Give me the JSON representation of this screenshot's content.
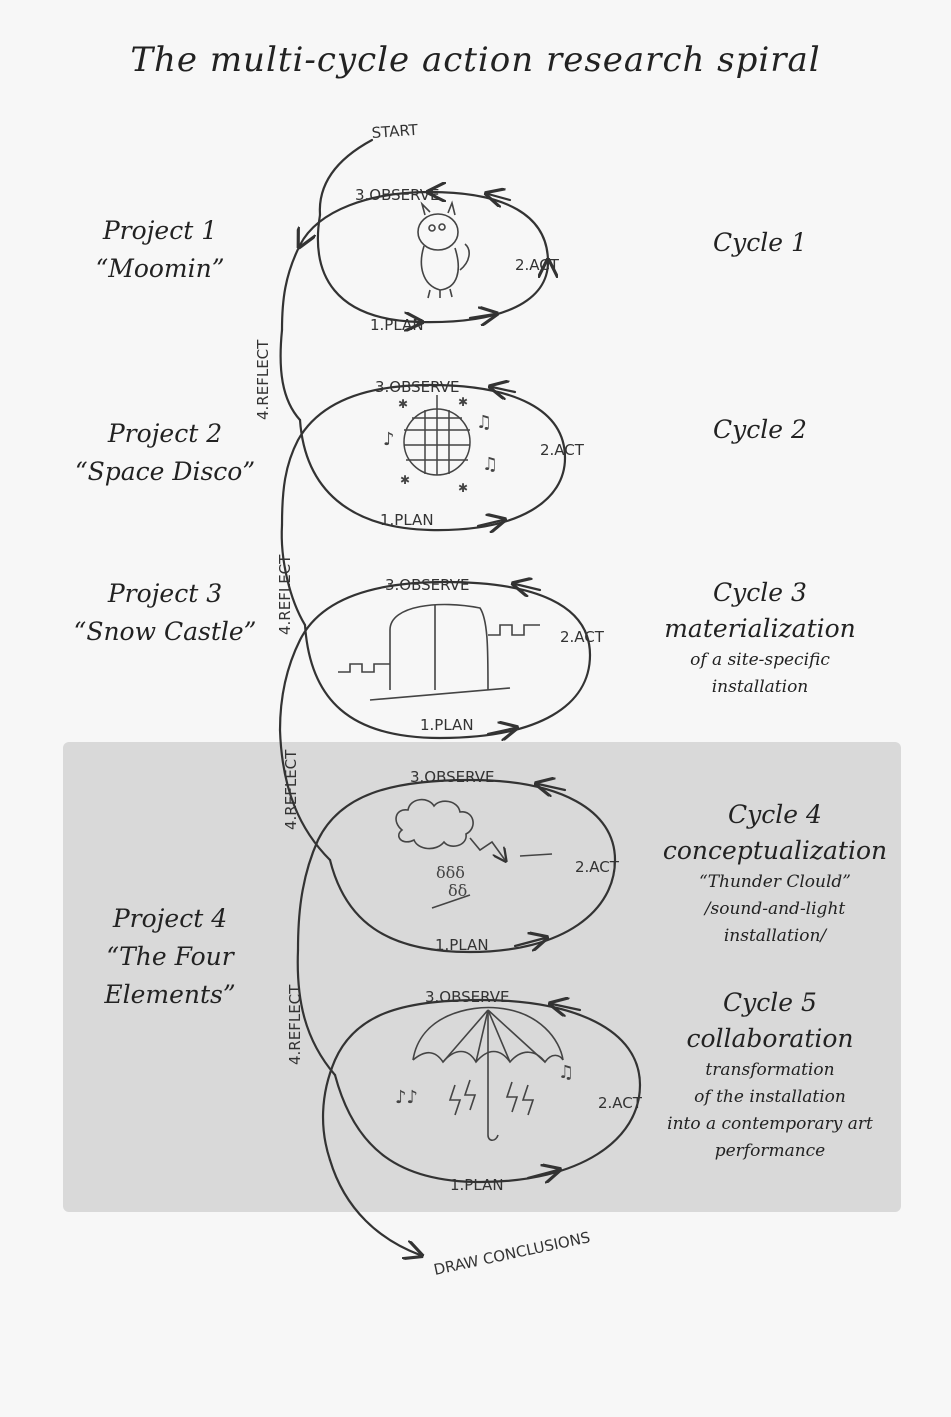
{
  "title": "The multi-cycle action research spiral",
  "start_label": "START",
  "end_label": "DRAW CONCLUSIONS",
  "steps": {
    "observe": "3.OBSERVE",
    "act": "2.ACT",
    "plan": "1.PLAN",
    "reflect": "4.REFLECT"
  },
  "projects": [
    {
      "name": "Project 1",
      "title": "“Moomin”"
    },
    {
      "name": "Project 2",
      "title": "“Space Disco”"
    },
    {
      "name": "Project 3",
      "title": "“Snow Castle”"
    },
    {
      "name": "Project 4",
      "title_line1": "“The Four",
      "title_line2": "Elements”"
    }
  ],
  "cycles": [
    {
      "name": "Cycle 1"
    },
    {
      "name": "Cycle 2"
    },
    {
      "name": "Cycle 3",
      "heading": "materialization",
      "sub1": "of a site-specific",
      "sub2": "installation"
    },
    {
      "name": "Cycle 4",
      "heading": "conceptualization",
      "sub1": "“Thunder Clould”",
      "sub2": "/sound-and-light",
      "sub3": "installation/"
    },
    {
      "name": "Cycle 5",
      "heading": "collaboration",
      "sub1": "transformation",
      "sub2": "of the installation",
      "sub3": "into a contemporary art",
      "sub4": "performance"
    }
  ],
  "icons": [
    "moomin-icon",
    "disco-ball-icon",
    "snow-castle-icon",
    "thunder-cloud-icon",
    "umbrella-icon"
  ]
}
